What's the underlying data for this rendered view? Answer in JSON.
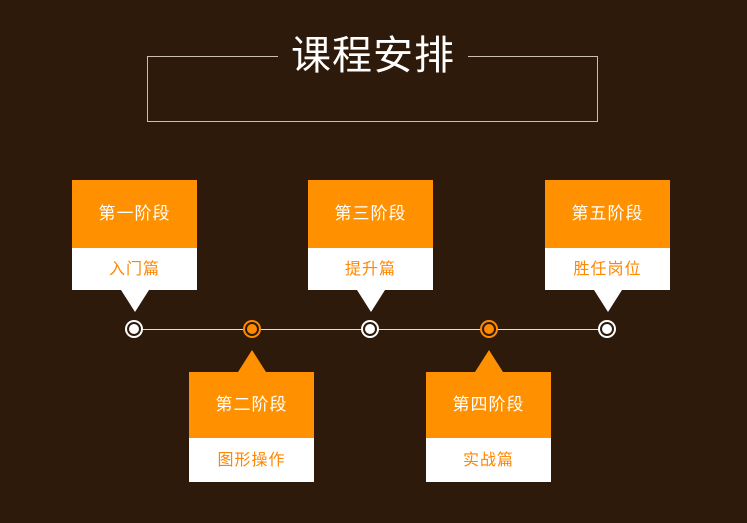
{
  "title": "课程安排",
  "colors": {
    "background": "#2e1a0b",
    "accent": "#ff9000",
    "card_body": "#ffffff",
    "frame": "#cbbfb4"
  },
  "stages": [
    {
      "name": "第一阶段",
      "topic": "入门篇",
      "node_color": "white"
    },
    {
      "name": "第二阶段",
      "topic": "图形操作",
      "node_color": "orange"
    },
    {
      "name": "第三阶段",
      "topic": "提升篇",
      "node_color": "white"
    },
    {
      "name": "第四阶段",
      "topic": "实战篇",
      "node_color": "orange"
    },
    {
      "name": "第五阶段",
      "topic": "胜任岗位",
      "node_color": "white"
    }
  ]
}
